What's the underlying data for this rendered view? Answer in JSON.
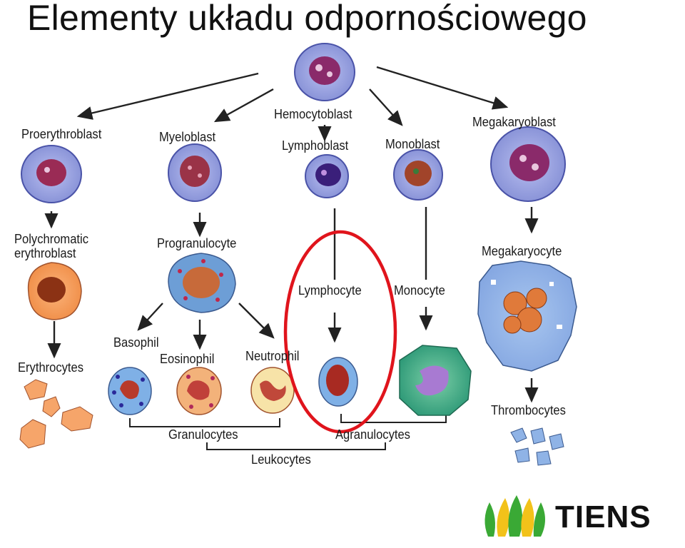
{
  "title": "Elementy układu odpornościowego",
  "labels": {
    "hemocytoblast": "Hemocytoblast",
    "proerythroblast": "Proerythroblast",
    "myeloblast": "Myeloblast",
    "lymphoblast": "Lymphoblast",
    "monoblast": "Monoblast",
    "megakaryoblast": "Megakaryoblast",
    "polychromatic_line1": "Polychromatic",
    "polychromatic_line2": "erythroblast",
    "progranulocyte": "Progranulocyte",
    "megakaryocyte": "Megakaryocyte",
    "lymphocyte": "Lymphocyte",
    "monocyte": "Monocyte",
    "basophil": "Basophil",
    "eosinophil": "Eosinophil",
    "neutrophil": "Neutrophil",
    "erythrocytes": "Erythrocytes",
    "thrombocytes": "Thrombocytes",
    "granulocytes": "Granulocytes",
    "agranulocytes": "Agranulocytes",
    "leukocytes": "Leukocytes"
  },
  "highlight": {
    "target": "Lymphocyte",
    "color": "#e0141c"
  },
  "logo": {
    "text": "TIENS",
    "colors": {
      "green": "#3aa935",
      "yellow": "#f2c21a",
      "text": "#111111"
    }
  }
}
